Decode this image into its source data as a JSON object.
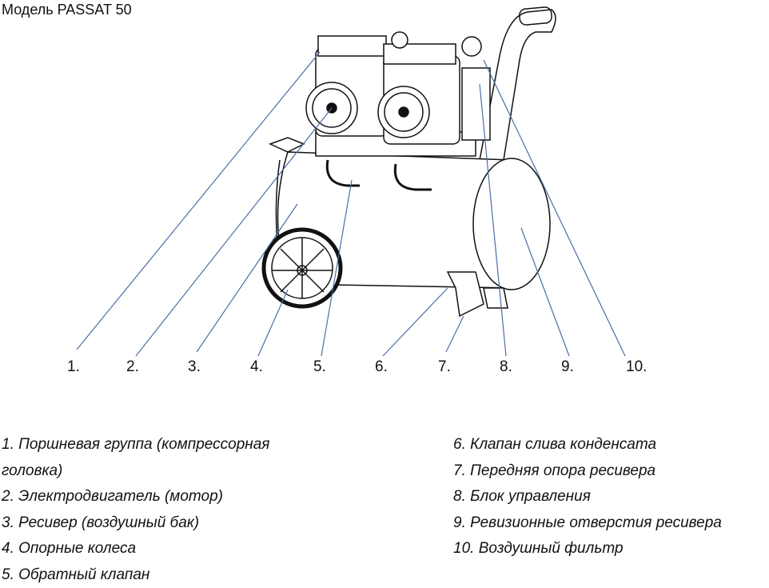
{
  "title": "Модель PASSAT 50",
  "callouts": [
    "1.",
    "2.",
    "3.",
    "4.",
    "5.",
    "6.",
    "7.",
    "8.",
    "9.",
    "10."
  ],
  "legend_left": [
    "1. Поршневая группа (компрессорная",
    "головка)",
    "2. Электродвигатель (мотор)",
    "3. Ресивер (воздушный бак)",
    "4. Опорные колеса",
    "5. Обратный клапан"
  ],
  "legend_right": [
    "6. Клапан слива конденсата",
    "7. Передняя опора ресивера",
    "8. Блок управления",
    "9. Ревизионные отверстия ресивера",
    "10. Воздушный фильтр"
  ],
  "colors": {
    "line": "#111111",
    "leader": "#4a6fa5"
  }
}
